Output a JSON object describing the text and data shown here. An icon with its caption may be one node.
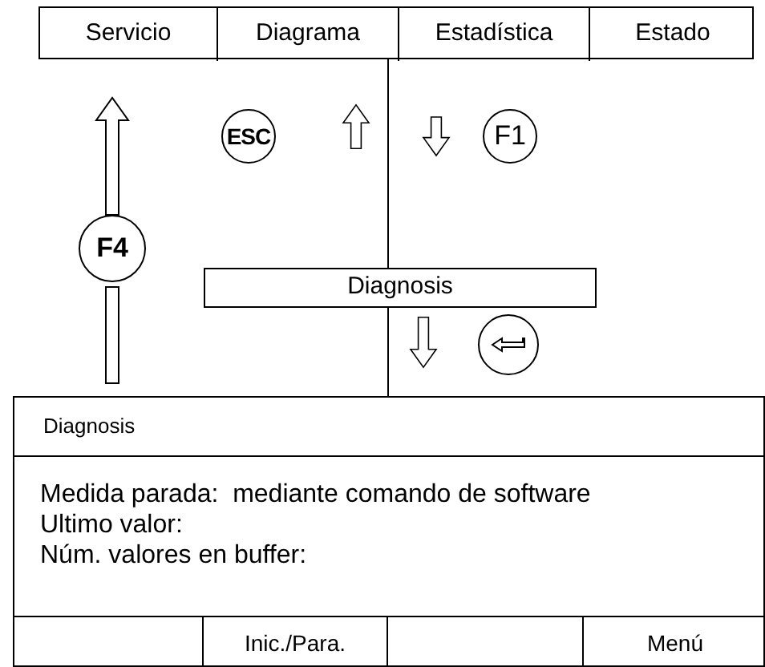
{
  "diagram": {
    "nodes": [
      {
        "text": [],
        "shape": "box"
      },
      {
        "text": [
          "Servicio"
        ],
        "in": 0
      },
      {
        "text": [
          "Diagrama"
        ],
        "in": 0
      },
      {
        "text": [
          "Estadística"
        ],
        "in": 0
      },
      {
        "text": [
          "Estado"
        ],
        "in": 0
      },
      {
        "text": [
          "ESC"
        ]
      },
      {
        "text": [
          "F1"
        ]
      },
      {
        "text": [
          "F4"
        ]
      },
      {
        "text": [
          "Diagnosis"
        ]
      },
      {
        "text": [],
        "shape": "circle"
      },
      {
        "text": [],
        "shape": "box"
      },
      {
        "text": [
          "Diagnosis"
        ],
        "in": 10
      },
      {
        "text": [
          "Medida parada:  mediante comando de software",
          "Ultimo valor:",
          "Núm. valores en buffer:"
        ],
        "in": 10
      },
      {
        "text": [],
        "shape": "box",
        "in": 10
      },
      {
        "text": [
          "Inic./Para."
        ],
        "in": 10
      },
      {
        "text": [],
        "shape": "box",
        "in": 10
      },
      {
        "text": [
          "Menú"
        ],
        "in": 10
      }
    ],
    "edges": [
      {
        "from": 0,
        "to": 8,
        "arrow": "none"
      },
      {
        "from": 8,
        "to": 10,
        "arrow": "none"
      },
      {
        "from": 10,
        "to": 7,
        "arrow": "none",
        "style": "thick"
      },
      {
        "from": 7,
        "to": 0,
        "arrow": "to",
        "style": "thick"
      },
      {
        "from": 8,
        "to": 10,
        "arrow": "to",
        "style": "thick"
      }
    ]
  }
}
